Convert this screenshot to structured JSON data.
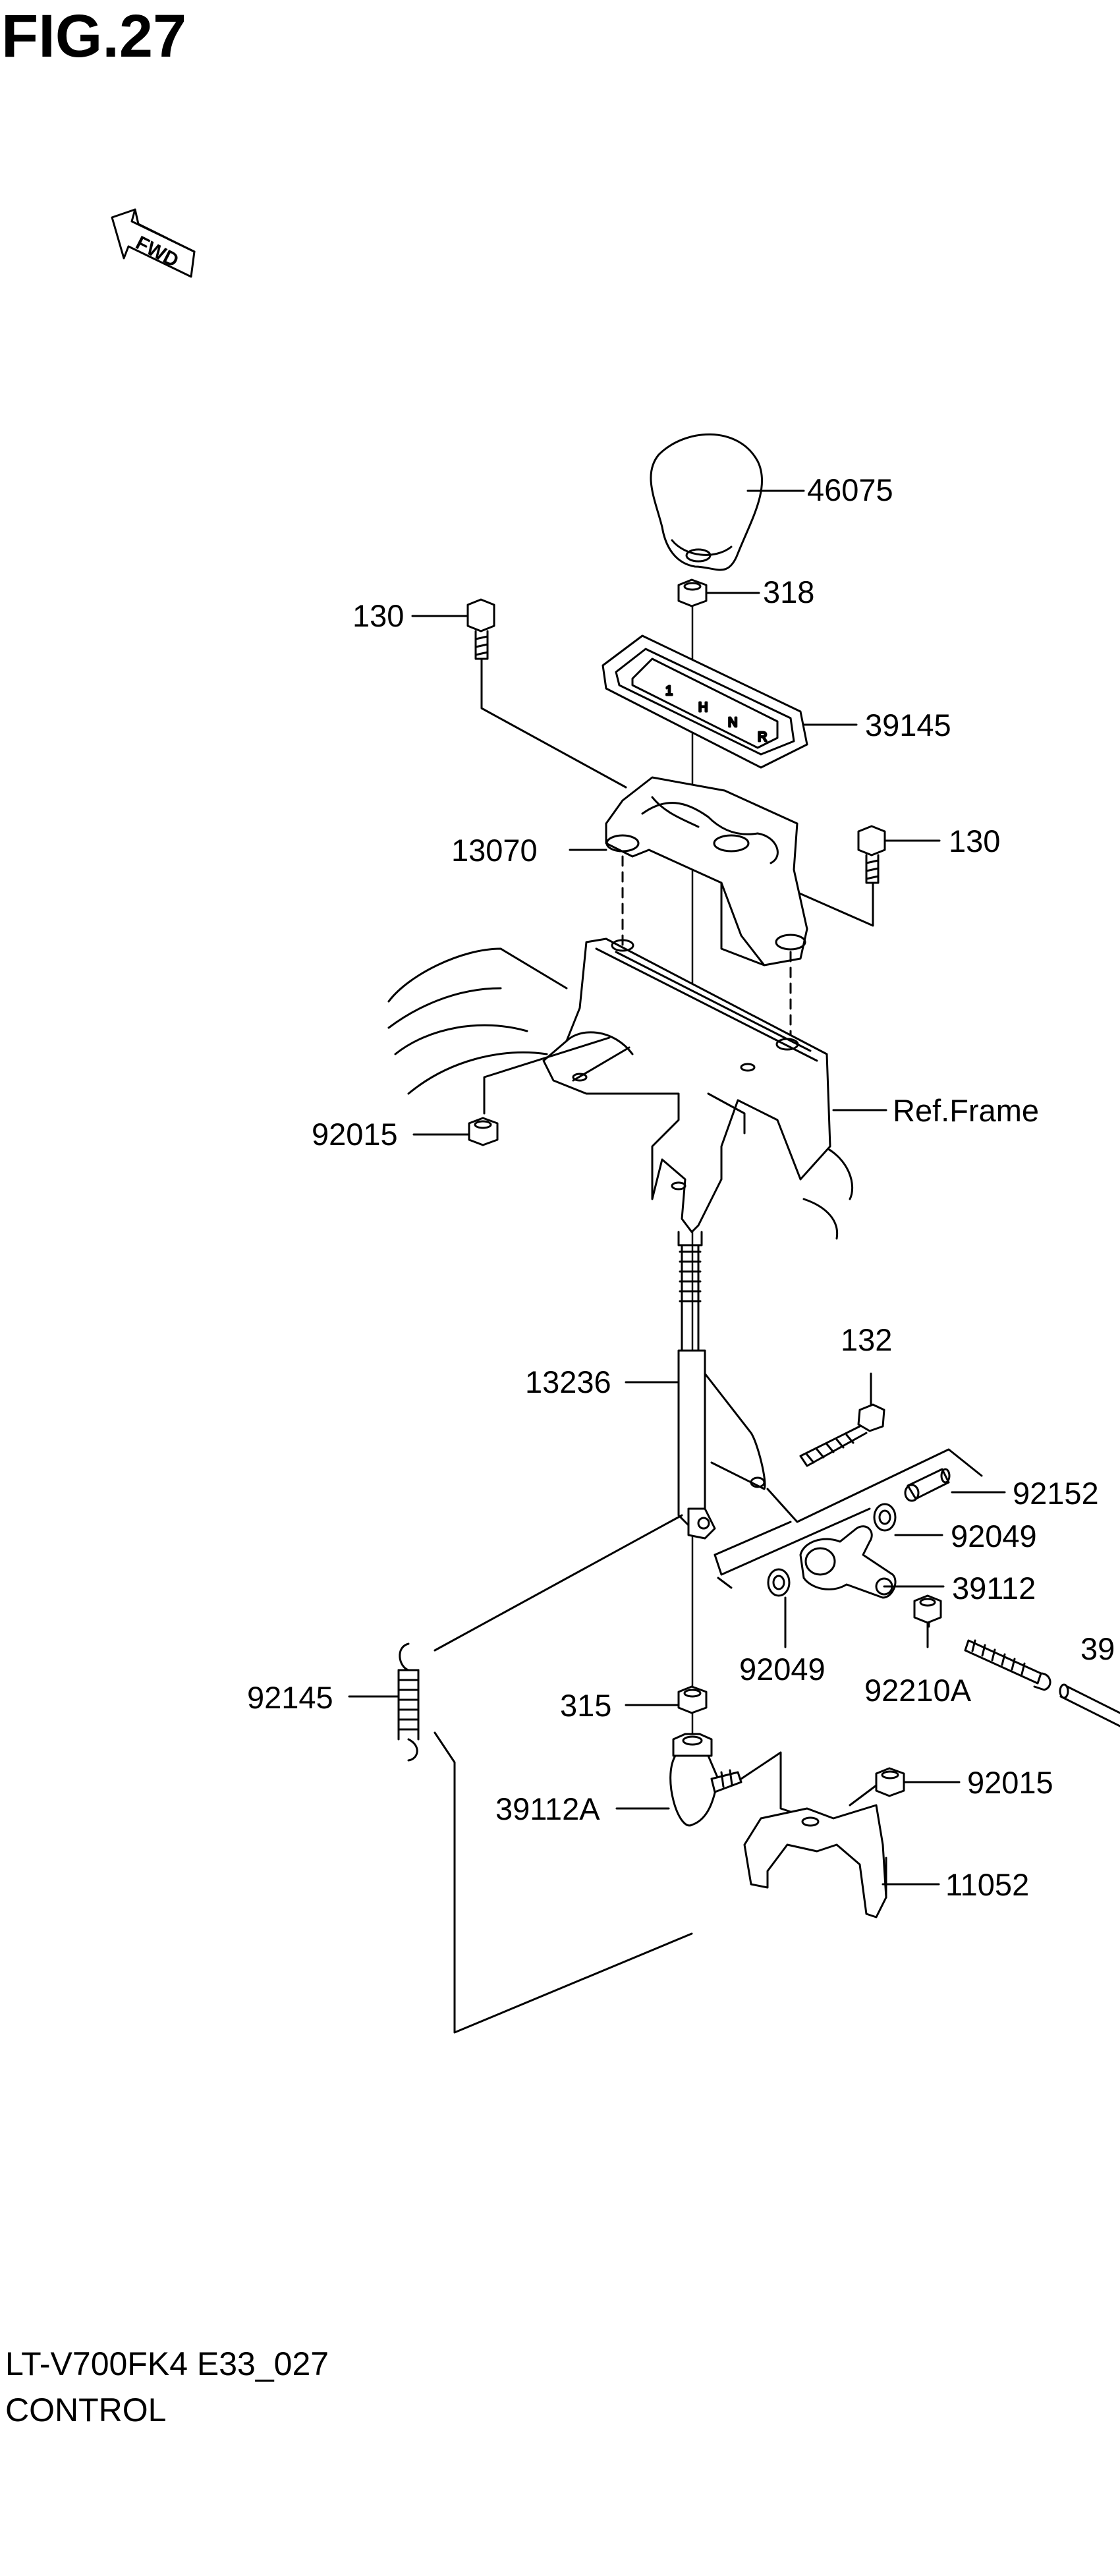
{
  "figure": {
    "title": "FIG.27",
    "direction_badge": "FWD"
  },
  "parts": [
    "46075",
    "318",
    "130",
    "39145",
    "13070",
    "130",
    "Ref.Frame",
    "92015",
    "132",
    "13236",
    "92152",
    "92049",
    "39112",
    "39",
    "92049",
    "92210A",
    "92145",
    "315",
    "92015",
    "39112A",
    "11052"
  ],
  "footer": {
    "model": "LT-V700FK4 E33_027",
    "section": "CONTROL"
  }
}
